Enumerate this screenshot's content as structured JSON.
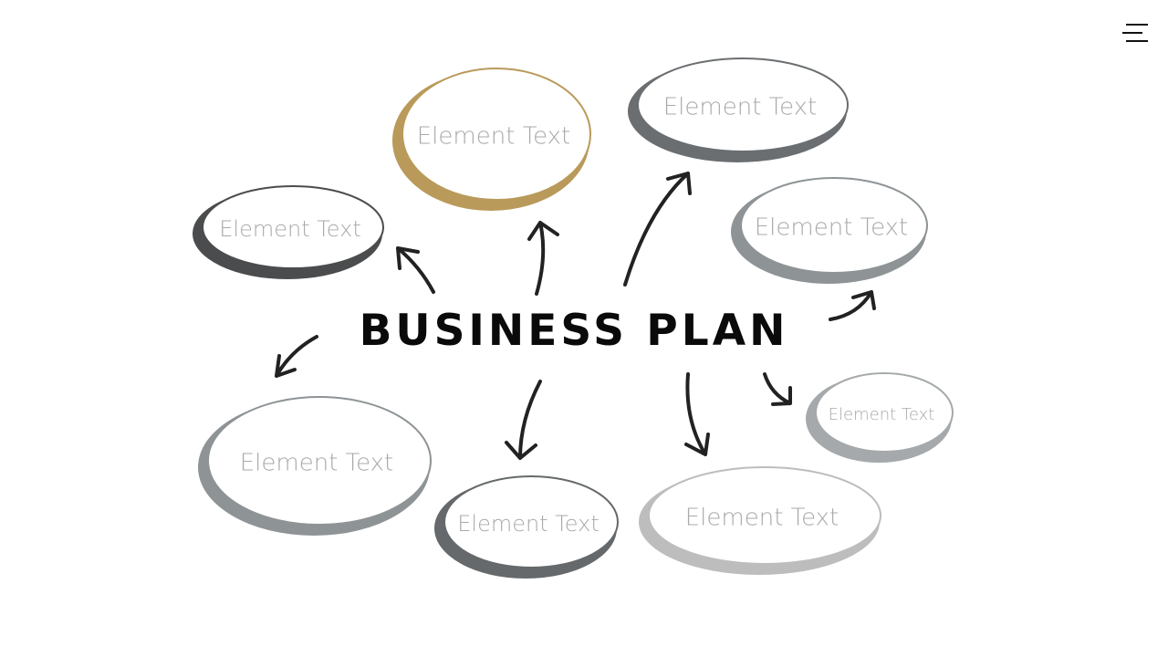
{
  "slide": {
    "title": "BUSINESS PLAN",
    "menu_icon": "hamburger-menu-icon",
    "bubbles": [
      {
        "label": "Element Text",
        "color": "#b99a5a"
      },
      {
        "label": "Element Text",
        "color": "#6b6e71"
      },
      {
        "label": "Element Text",
        "color": "#4a4c4d"
      },
      {
        "label": "Element Text",
        "color": "#8e9396"
      },
      {
        "label": "Element Text",
        "color": "#8e9396"
      },
      {
        "label": "Element Text",
        "color": "#65696b"
      },
      {
        "label": "Element Text",
        "color": "#bdbdbd"
      },
      {
        "label": "Element Text",
        "color": "#a5a9ab"
      }
    ]
  }
}
